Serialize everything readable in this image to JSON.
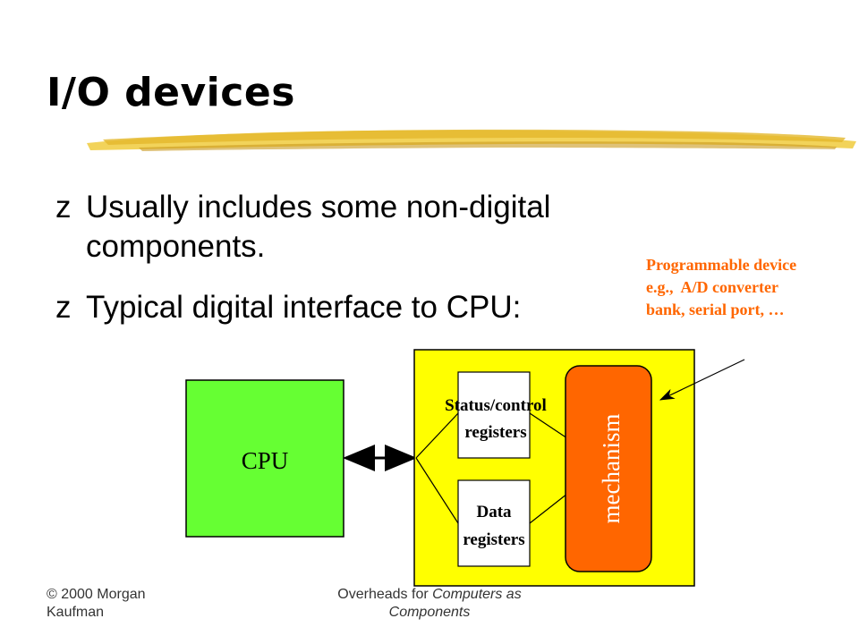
{
  "slide": {
    "title": "I/O devices",
    "bullet_glyph": "z",
    "bullets": [
      {
        "line1": "Usually includes some non-digital",
        "line2": "components."
      },
      {
        "line1": "Typical digital interface to CPU:"
      }
    ]
  },
  "diagram": {
    "cpu_label": "CPU",
    "status_label_1": "Status/control",
    "status_label_2": "registers",
    "data_label_1": "Data",
    "data_label_2": "registers",
    "mechanism_label": "mechanism",
    "annotation_lines": [
      "Programmable device",
      "e.g.,  A/D converter",
      "bank, serial port, …"
    ]
  },
  "footer": {
    "left": "© 2000 Morgan Kaufman",
    "center_prefix": "Overheads for ",
    "center_italic": "Computers as Components"
  },
  "colors": {
    "cpu_fill": "#66ff33",
    "device_fill": "#ffff00",
    "mechanism_fill": "#ff6600",
    "annotation_text": "#ff6600",
    "title_stroke": "#e8c84a"
  }
}
